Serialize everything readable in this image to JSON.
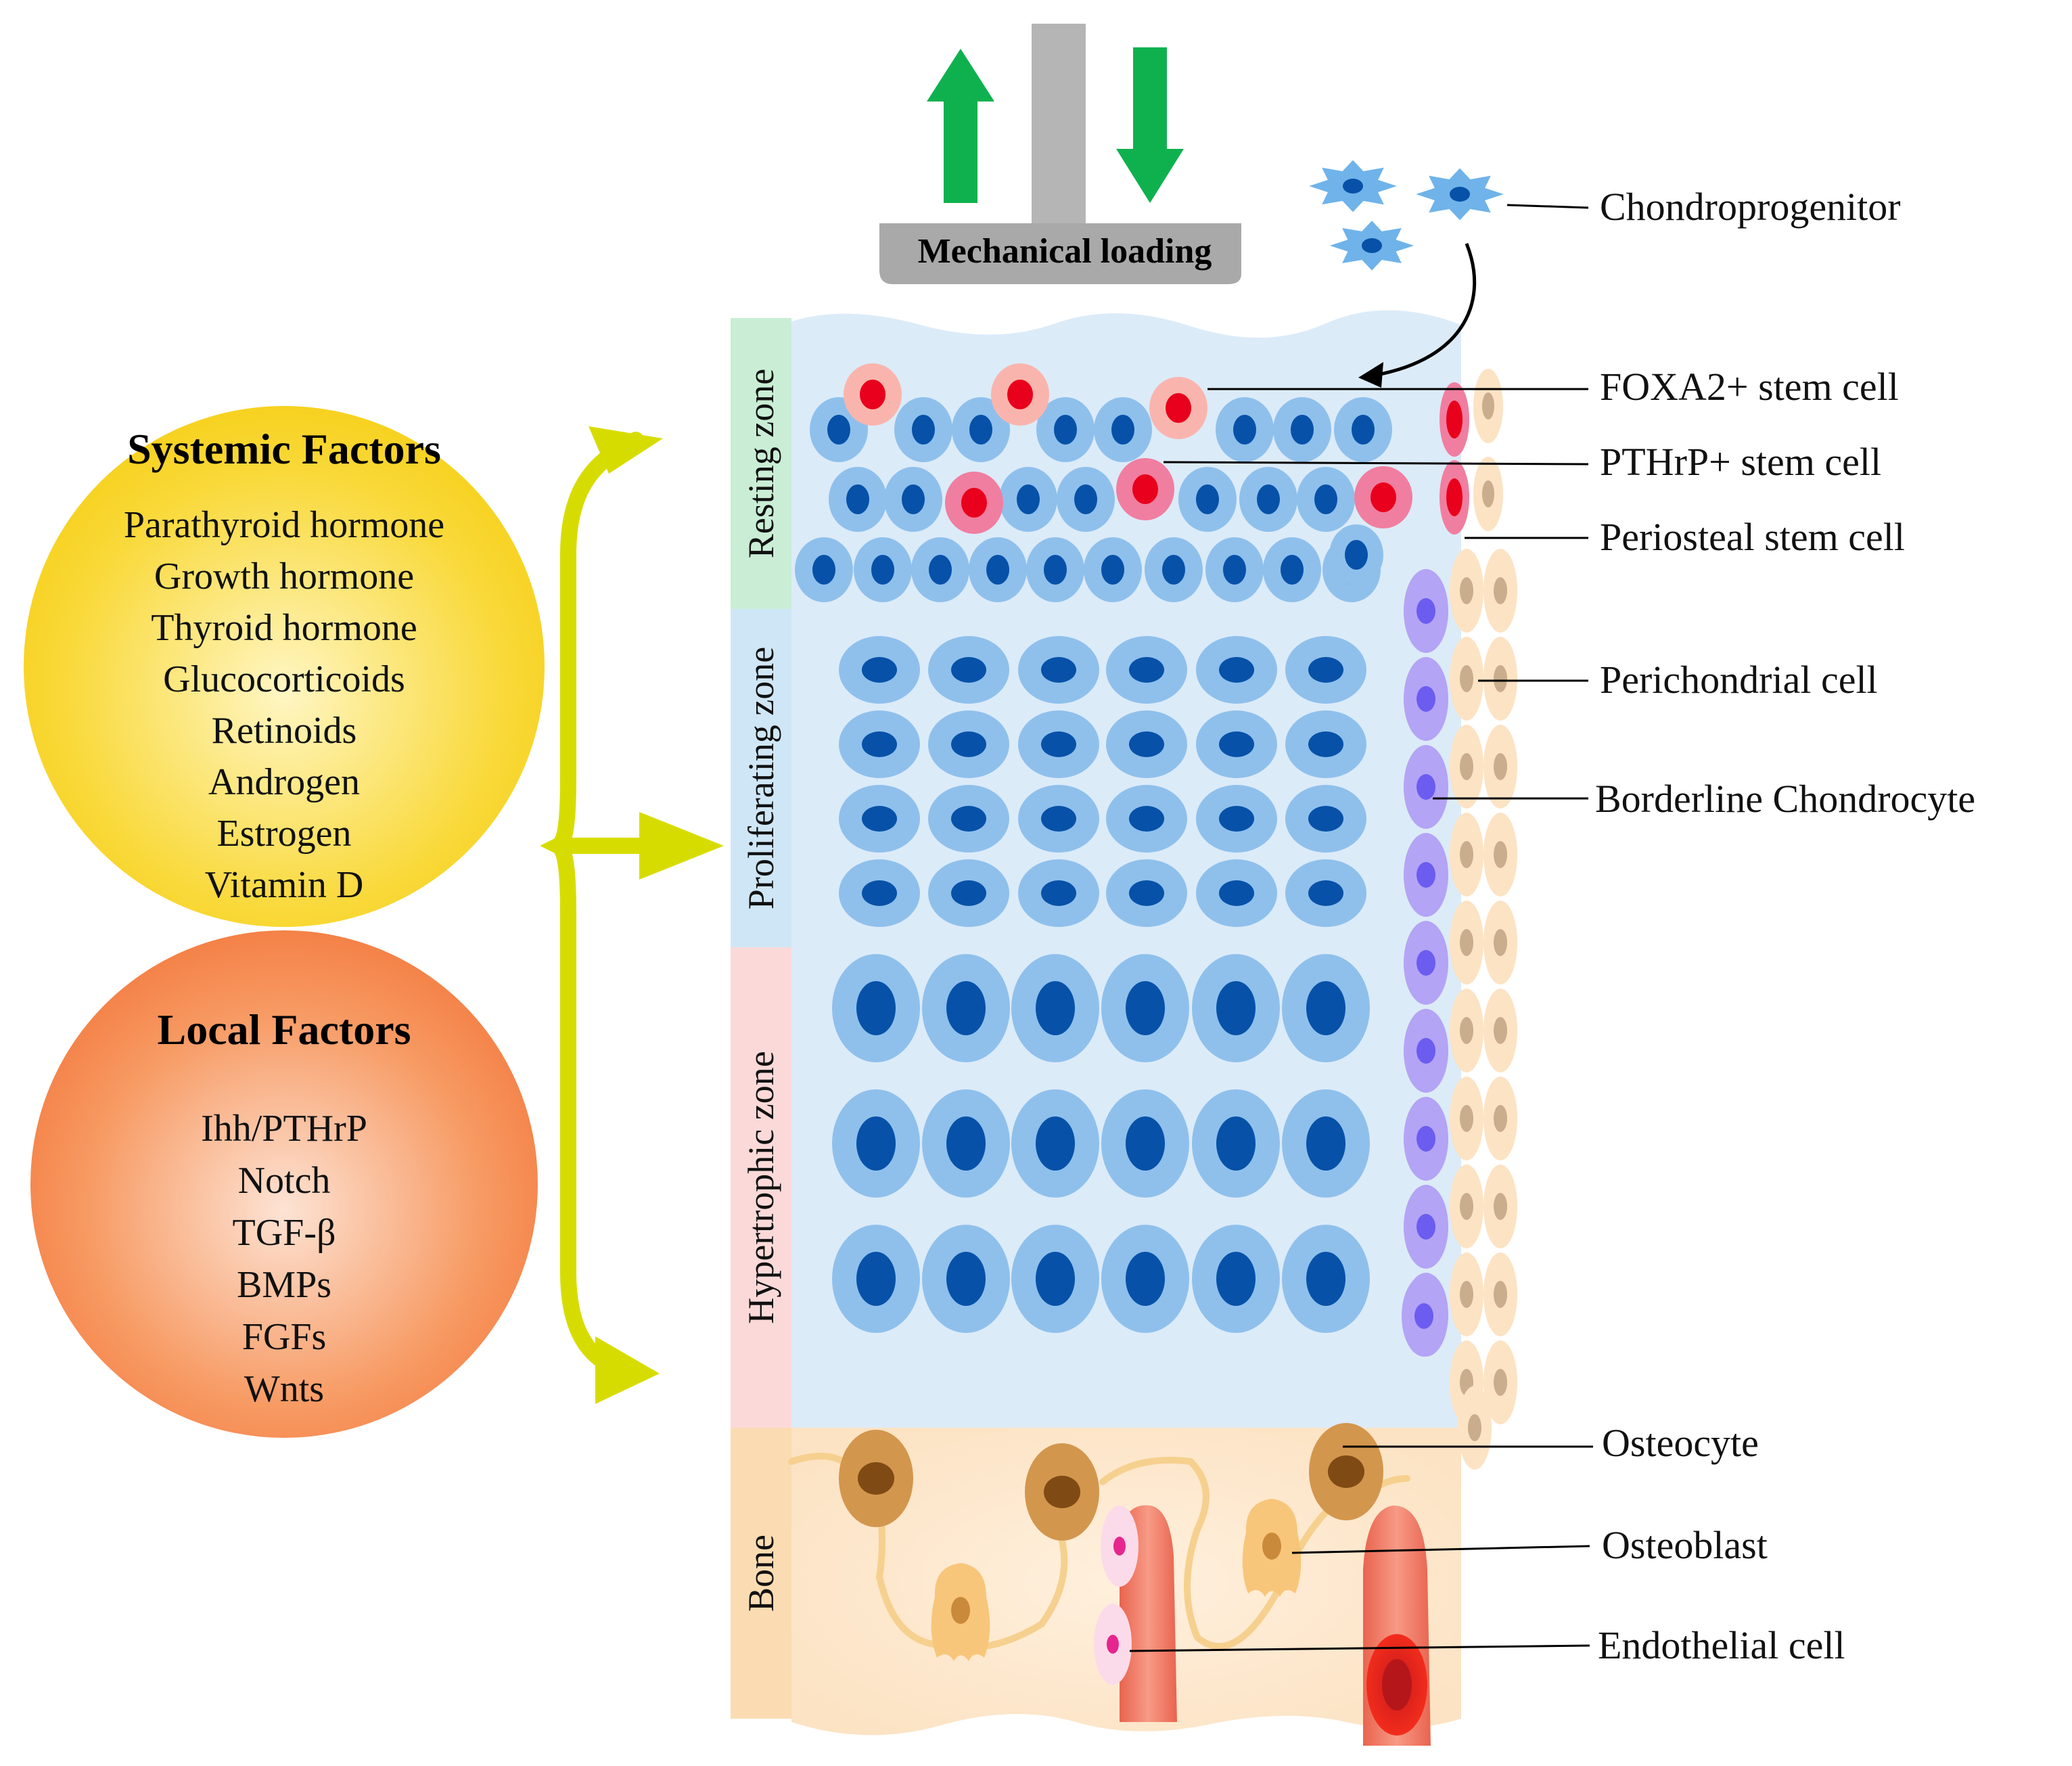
{
  "mechanical_loading": "Mechanical loading",
  "systemic_factors": {
    "title": "Systemic Factors",
    "items": [
      "Parathyroid hormone",
      "Growth hormone",
      "Thyroid hormone",
      "Glucocorticoids",
      "Retinoids",
      "Androgen",
      "Estrogen",
      "Vitamin D"
    ]
  },
  "local_factors": {
    "title": "Local Factors",
    "items": [
      "Ihh/PTHrP",
      "Notch",
      "TGF-β",
      "BMPs",
      "FGFs",
      "Wnts"
    ]
  },
  "zones": {
    "resting": "Resting zone",
    "proliferating": "Proliferating zone",
    "hypertrophic": "Hypertrophic zone",
    "bone": "Bone"
  },
  "labels": {
    "chondroprogenitor": "Chondroprogenitor",
    "foxa2": "FOXA2+ stem cell",
    "pthrp": "PTHrP+ stem cell",
    "periosteal": "Periosteal stem cell",
    "perichondrial": "Perichondrial cell",
    "borderline": "Borderline Chondrocyte",
    "osteocyte": "Osteocyte",
    "osteoblast": "Osteoblast",
    "endothelial": "Endothelial cell"
  },
  "colors": {
    "systemic": "#f8d31c",
    "local": "#f5834a",
    "arrow_green": "#0fb14f",
    "bracket": "#d5dc00",
    "cartilage": "#dcebf8",
    "cell_blue": "#8fc0ec",
    "nucleus_blue": "#0751a8",
    "stem_red": "#e8001c",
    "bone": "#fce9d3"
  }
}
